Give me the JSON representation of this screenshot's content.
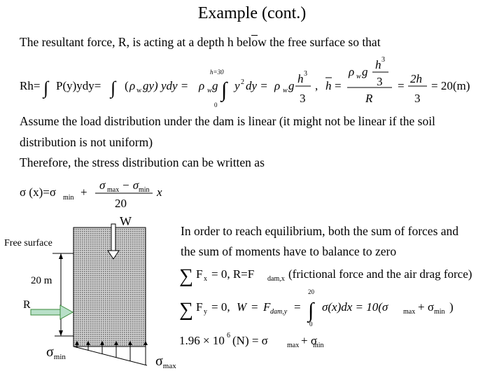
{
  "slide": {
    "title": "Example (cont.)"
  },
  "text": {
    "line1": "The resultant force, R, is acting at a depth h below the free surface so that",
    "line2": "Assume the load distribution under the dam is linear (it might not be linear if the soil",
    "line3": "distribution is not uniform)",
    "line4": "Therefore, the stress distribution can be written as",
    "equilibrium1": "In order to reach equilibrium, both the sum of forces and",
    "equilibrium2": "the sum of moments have to balance to zero"
  },
  "equations": {
    "moment": {
      "lhs": "Rh=",
      "part1": "P(y)ydy=",
      "part2_open": "(",
      "rho_w": "ρ",
      "w": "w",
      "gy": "gy) ydy =",
      "rho": "ρ",
      "g1": "g",
      "upper_limit": "h=30",
      "lower_limit": "0",
      "y2dy": "y",
      "two": "2",
      "dy_eq": "dy =",
      "g2": "g",
      "h3": "h",
      "three": "3",
      "den3": "3",
      "comma": ",",
      "hbar": "h",
      "eq": "=",
      "numer_rho": "ρ",
      "numer_g": "g",
      "numer_h3": "h",
      "numer_3sup": "3",
      "numer_3": "3",
      "den_R": "R",
      "eq2": "=",
      "num_2h": "2h",
      "den_3b": "3",
      "result": "= 20(m)"
    },
    "stress": {
      "lhs": "σ (x)=σ",
      "min": "min",
      "plus": "+",
      "num_sigma_max": "σ",
      "num_max": "max",
      "num_minus": "− σ",
      "num_min": "min",
      "den": "20",
      "x": "x"
    },
    "forces_x": {
      "sum": "∑",
      "F": "F",
      "x": "x",
      "rest": "= 0,  R=F",
      "dam": "dam,x",
      "note": " (frictional force and the air drag force)"
    },
    "forces_y": {
      "sum": "∑",
      "F": "F",
      "y": "y",
      "rest": "= 0,",
      "W": "W",
      "eq1": "=",
      "Fdam": "F",
      "dam": "dam,y",
      "eq2": "=",
      "upper": "20",
      "lower": "0",
      "sigma_x": "σ(x)dx = 10(σ",
      "max": "max",
      "plus": "+ σ",
      "min": "min",
      "close": ")"
    },
    "result": {
      "lhs": "1.96 × 10",
      "exp": "6",
      "N": "(N) = σ",
      "max": "max",
      "plus": "+ σ",
      "min": "min"
    }
  },
  "diagram": {
    "weight_label": "W",
    "free_surface_label": "Free surface",
    "depth_label": "20 m",
    "resultant_label": "R",
    "sigma_min_symbol": "σ",
    "sigma_min_sub": "min",
    "sigma_max_symbol": "σ",
    "sigma_max_sub": "max"
  },
  "colors": {
    "text": "#000000",
    "dam_fill": "#9a9a9a",
    "arrow_fill": "#b8e0c8",
    "arrow_stroke": "#3a8a3a"
  }
}
